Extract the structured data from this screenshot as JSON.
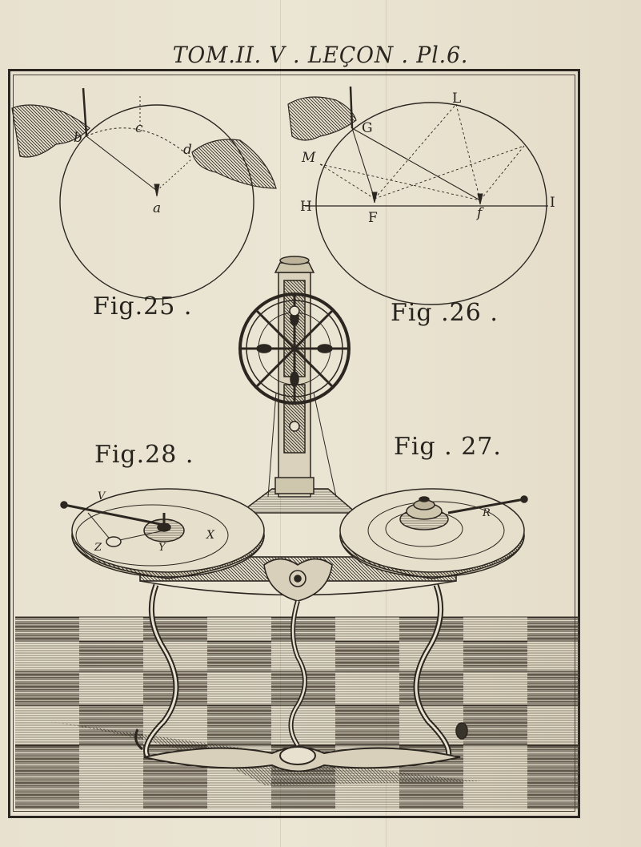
{
  "plate": {
    "header": "TOM.II. V . LEÇON . Pl.6.",
    "figures": {
      "fig25": "Fig.25 .",
      "fig26": "Fig .26 .",
      "fig27": "Fig . 27.",
      "fig28": "Fig.28 ."
    },
    "points": {
      "b": "b",
      "c": "c",
      "d": "d",
      "a": "a",
      "G": "G",
      "L": "L",
      "M": "M",
      "H": "H",
      "I": "I",
      "F": "F",
      "f": "f",
      "V": "V",
      "X": "X",
      "Y": "Y",
      "Z": "Z",
      "R": "R"
    }
  },
  "colors": {
    "paper": "#e8e1cf",
    "ink": "#2b2620"
  }
}
